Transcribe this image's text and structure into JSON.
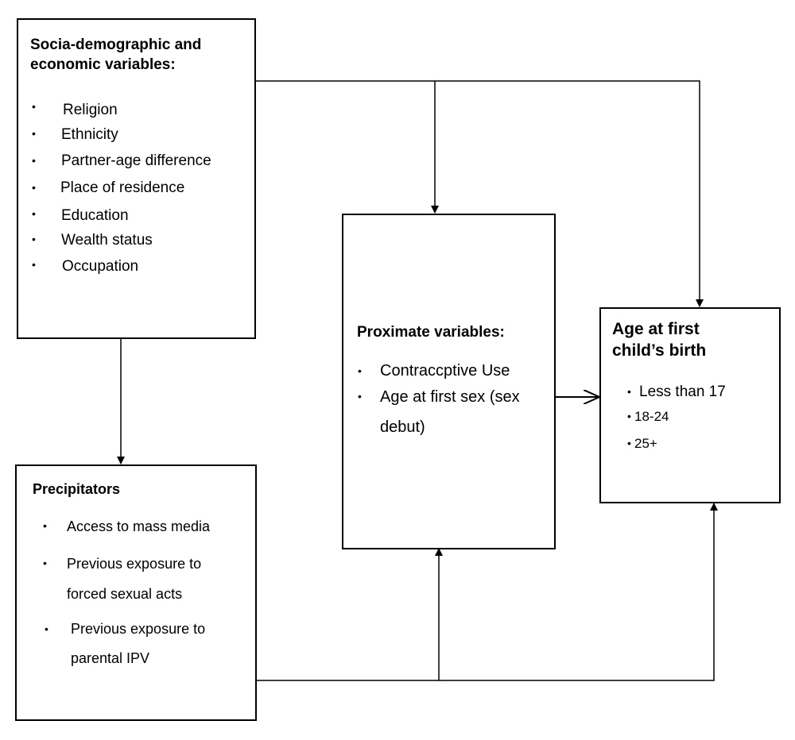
{
  "boxes": {
    "socio": {
      "title_line1": "Socia-demographic and",
      "title_line2": "economic variables:",
      "items": [
        "Religion",
        "Ethnicity",
        "Partner-age difference",
        "Place of residence",
        "Education",
        "Wealth status",
        "Occupation"
      ]
    },
    "precipitators": {
      "title": "Precipitators",
      "items": [
        "Access to mass media",
        "Previous exposure to",
        "forced sexual acts",
        "Previous exposure to",
        "parental IPV"
      ]
    },
    "proximate": {
      "title": "Proximate variables:",
      "items": [
        "Contraccptive Use",
        "Age at first sex (sex",
        "debut)"
      ]
    },
    "outcome": {
      "title_line1": "Age at first",
      "title_line2": "child’s birth",
      "items": [
        "Less than 17",
        "18-24",
        "25+"
      ]
    }
  },
  "bullet_char": "•"
}
